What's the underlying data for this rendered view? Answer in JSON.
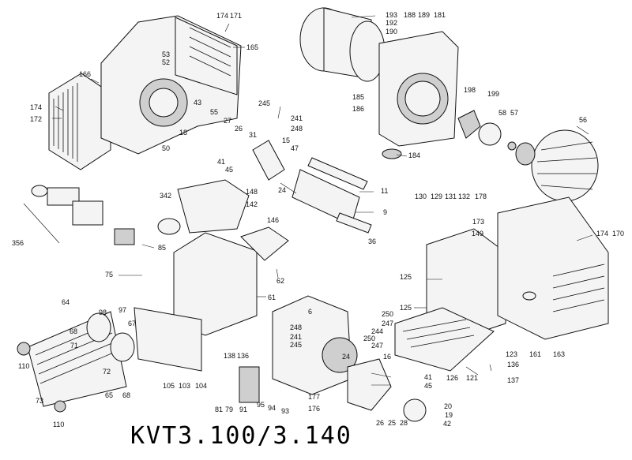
{
  "title": "KVT3.100/3.140",
  "part_labels": {
    "l171": "171",
    "l174a": "174",
    "l165": "165",
    "l166": "166",
    "l53": "53",
    "l52": "52",
    "l174b": "174",
    "l172": "172",
    "l43": "43",
    "l18": "18",
    "l55": "55",
    "l27": "27",
    "l26a": "26",
    "l31": "31",
    "l50": "50",
    "l15": "15",
    "l245a": "245",
    "l241a": "241",
    "l248a": "248",
    "l41a": "41",
    "l45a": "45",
    "l47": "47",
    "l24a": "24",
    "l11": "11",
    "l9": "9",
    "l36": "36",
    "l193": "193",
    "l192": "192",
    "l190": "190",
    "l188": "188",
    "l189": "189",
    "l181": "181",
    "l185": "185",
    "l186": "186",
    "l184": "184",
    "l198": "198",
    "l199": "199",
    "l58": "58",
    "l57": "57",
    "l56": "56",
    "l342": "342",
    "l148": "148",
    "l142": "142",
    "l146": "146",
    "l356": "356",
    "l85": "85",
    "l75": "75",
    "l62": "62",
    "l61": "61",
    "l64": "64",
    "l98": "98",
    "l97": "97",
    "l68a": "68",
    "l67": "67",
    "l71": "71",
    "l72": "72",
    "l65": "65",
    "l68b": "68",
    "l110a": "110",
    "l73": "73",
    "l110b": "110",
    "l105": "105",
    "l103": "103",
    "l104": "104",
    "l138": "138",
    "l136a": "136",
    "l81": "81",
    "l79": "79",
    "l91": "91",
    "l95": "95",
    "l94": "94",
    "l93": "93",
    "l6": "6",
    "l248b": "248",
    "l241b": "241",
    "l245b": "245",
    "l24b": "24",
    "l250a": "250",
    "l247a": "247",
    "l244": "244",
    "l250b": "250",
    "l247b": "247",
    "l16": "16",
    "l41b": "41",
    "l45b": "45",
    "l177": "177",
    "l176": "176",
    "l26b": "26",
    "l25": "25",
    "l28": "28",
    "l20": "20",
    "l19": "19",
    "l42": "42",
    "l130": "130",
    "l129": "129",
    "l131": "131",
    "l132": "132",
    "l178": "178",
    "l173": "173",
    "l149": "149",
    "l174c": "174",
    "l170": "170",
    "l125a": "125",
    "l125b": "125",
    "l126": "126",
    "l121": "121",
    "l123": "123",
    "l161": "161",
    "l163": "163",
    "l136b": "136",
    "l137": "137"
  }
}
